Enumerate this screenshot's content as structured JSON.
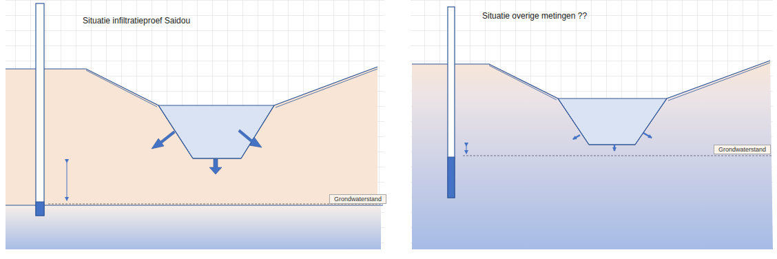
{
  "diagram": {
    "nodes": [
      {
        "text": [
          "Grondwaterstand"
        ]
      },
      {
        "text": [
          "Grondwaterstand"
        ]
      }
    ],
    "labels": [
      "Situatie infiltratieproef Saidou",
      "Situatie overige metingen ??"
    ]
  }
}
